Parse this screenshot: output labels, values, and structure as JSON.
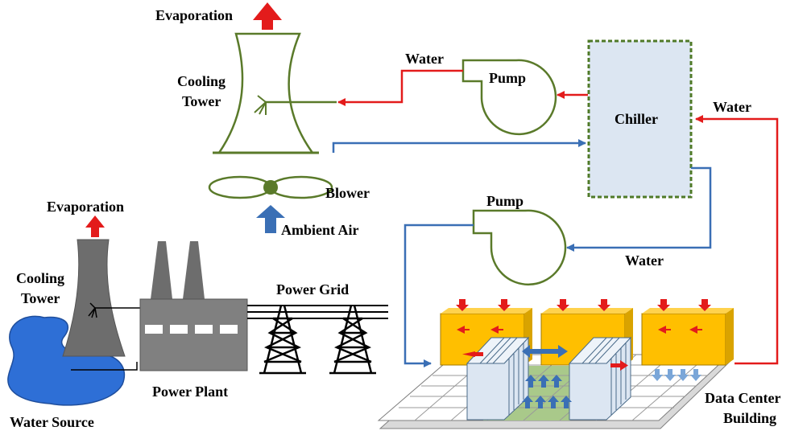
{
  "labels": {
    "top_evaporation": "Evaporation",
    "cooling_tower_top_line1": "Cooling",
    "cooling_tower_top_line2": "Tower",
    "water_to_tower": "Water",
    "pump_top": "Pump",
    "chiller": "Chiller",
    "water_from_datacenter": "Water",
    "blower": "Blower",
    "ambient_air": "Ambient Air",
    "pump_bottom": "Pump",
    "water_to_datacenter": "Water",
    "left_evaporation": "Evaporation",
    "left_cooling_tower_line1": "Cooling",
    "left_cooling_tower_line2": "Tower",
    "power_grid": "Power Grid",
    "power_plant": "Power Plant",
    "water_source": "Water Source",
    "data_center_line1": "Data Center",
    "data_center_line2": "Building"
  },
  "colors": {
    "tower_green": "#5a7a2a",
    "flow_red": "#e31b1b",
    "flow_blue": "#3a6fb5",
    "chiller_fill": "#dce6f2",
    "chiller_border": "#4f7a28",
    "plant_gray": "#7f7f7f",
    "water_blue": "#2e6fd6",
    "server_orange": "#ffbf00",
    "floor_green": "#a9c98a"
  }
}
